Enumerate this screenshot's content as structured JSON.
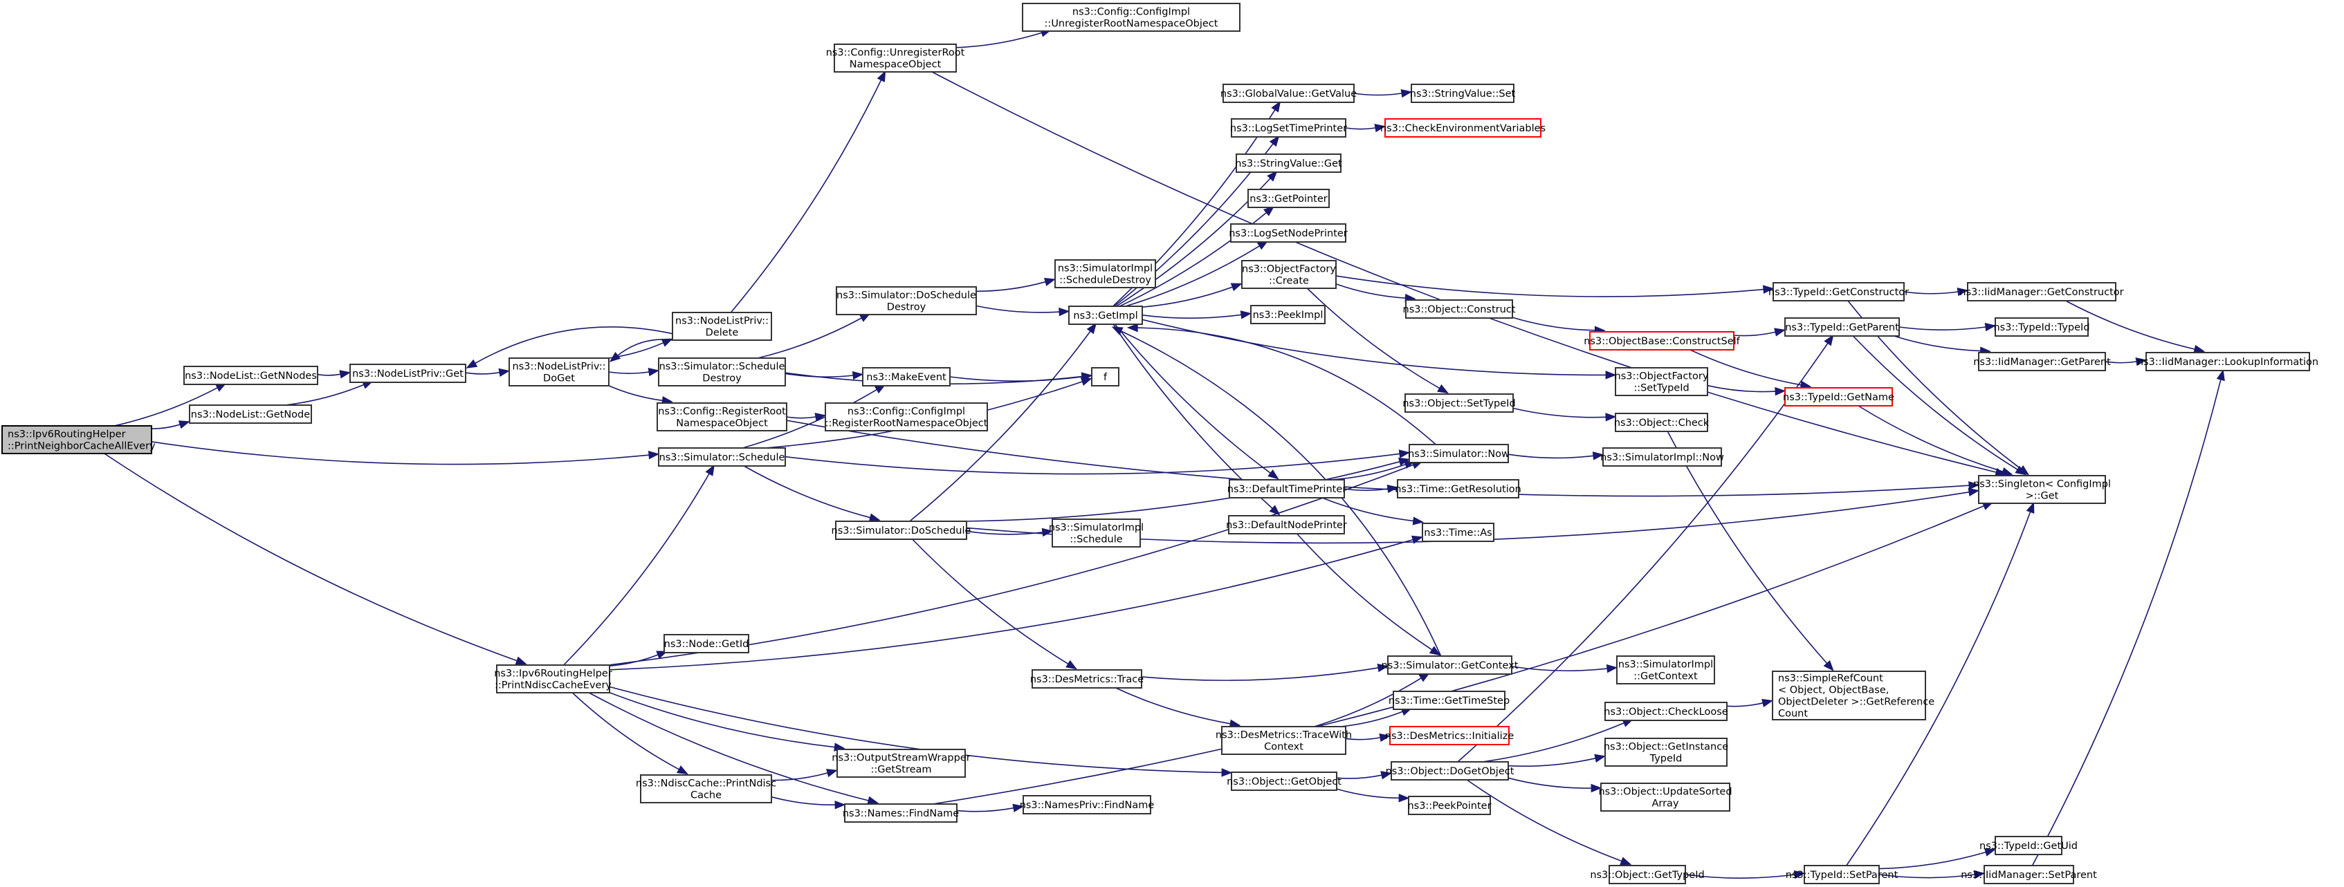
{
  "diagram": {
    "type": "call-graph",
    "colors": {
      "edge": "#191970",
      "root_fill": "#bfbfbf",
      "node_border": "#333333",
      "undocumented_border": "#ff0000"
    },
    "nodes": [
      {
        "id": "root",
        "lines": [
          "ns3::Ipv6RoutingHelper",
          "::PrintNeighborCacheAllEvery"
        ],
        "style": "root"
      },
      {
        "id": "getnnodes",
        "lines": [
          "ns3::NodeList::GetNNodes"
        ]
      },
      {
        "id": "getnode",
        "lines": [
          "ns3::NodeList::GetNode"
        ]
      },
      {
        "id": "nlpget",
        "lines": [
          "ns3::NodeListPriv::Get"
        ]
      },
      {
        "id": "nlpdoget",
        "lines": [
          "ns3::NodeListPriv::",
          "DoGet"
        ]
      },
      {
        "id": "nlpdelete",
        "lines": [
          "ns3::NodeListPriv::",
          "Delete"
        ]
      },
      {
        "id": "unreg",
        "lines": [
          "ns3::Config::UnregisterRoot",
          "NamespaceObject"
        ]
      },
      {
        "id": "cfgunreg",
        "lines": [
          "ns3::Config::ConfigImpl",
          "::UnregisterRootNamespaceObject"
        ]
      },
      {
        "id": "schdestroy",
        "lines": [
          "ns3::Simulator::Schedule",
          "Destroy"
        ]
      },
      {
        "id": "doschdestroy",
        "lines": [
          "ns3::Simulator::DoSchedule",
          "Destroy"
        ]
      },
      {
        "id": "implschdestroy",
        "lines": [
          "ns3::SimulatorImpl",
          "::ScheduleDestroy"
        ]
      },
      {
        "id": "makeevent",
        "lines": [
          "ns3::MakeEvent"
        ]
      },
      {
        "id": "f",
        "lines": [
          "f"
        ]
      },
      {
        "id": "regroot",
        "lines": [
          "ns3::Config::RegisterRoot",
          "NamespaceObject"
        ]
      },
      {
        "id": "cfgreg",
        "lines": [
          "ns3::Config::ConfigImpl",
          "::RegisterRootNamespaceObject"
        ]
      },
      {
        "id": "schedule",
        "lines": [
          "ns3::Simulator::Schedule"
        ]
      },
      {
        "id": "doschedule",
        "lines": [
          "ns3::Simulator::DoSchedule"
        ]
      },
      {
        "id": "implschedule",
        "lines": [
          "ns3::SimulatorImpl",
          "::Schedule"
        ]
      },
      {
        "id": "getimpl",
        "lines": [
          "ns3::GetImpl"
        ]
      },
      {
        "id": "gvgetvalue",
        "lines": [
          "ns3::GlobalValue::GetValue"
        ]
      },
      {
        "id": "svset",
        "lines": [
          "ns3::StringValue::Set"
        ]
      },
      {
        "id": "logsettime",
        "lines": [
          "ns3::LogSetTimePrinter"
        ]
      },
      {
        "id": "checkenv",
        "lines": [
          "ns3::CheckEnvironmentVariables"
        ],
        "style": "red"
      },
      {
        "id": "svget",
        "lines": [
          "ns3::StringValue::Get"
        ]
      },
      {
        "id": "getpointer",
        "lines": [
          "ns3::GetPointer"
        ]
      },
      {
        "id": "logsetnode",
        "lines": [
          "ns3::LogSetNodePrinter"
        ]
      },
      {
        "id": "ofcreate",
        "lines": [
          "ns3::ObjectFactory",
          "::Create"
        ]
      },
      {
        "id": "peekimpl",
        "lines": [
          "ns3::PeekImpl"
        ]
      },
      {
        "id": "objconstruct",
        "lines": [
          "ns3::Object::Construct"
        ]
      },
      {
        "id": "constructself",
        "lines": [
          "ns3::ObjectBase::ConstructSelf"
        ],
        "style": "red"
      },
      {
        "id": "objsettypeid",
        "lines": [
          "ns3::Object::SetTypeId"
        ]
      },
      {
        "id": "ofsettypeid",
        "lines": [
          "ns3::ObjectFactory",
          "::SetTypeId"
        ]
      },
      {
        "id": "objcheck",
        "lines": [
          "ns3::Object::Check"
        ]
      },
      {
        "id": "simnow",
        "lines": [
          "ns3::Simulator::Now"
        ]
      },
      {
        "id": "implnow",
        "lines": [
          "ns3::SimulatorImpl::Now"
        ]
      },
      {
        "id": "deftime",
        "lines": [
          "ns3::DefaultTimePrinter"
        ]
      },
      {
        "id": "defnode",
        "lines": [
          "ns3::DefaultNodePrinter"
        ]
      },
      {
        "id": "getres",
        "lines": [
          "ns3::Time::GetResolution"
        ]
      },
      {
        "id": "timeas",
        "lines": [
          "ns3::Time::As"
        ]
      },
      {
        "id": "tidgetctor",
        "lines": [
          "ns3::TypeId::GetConstructor"
        ]
      },
      {
        "id": "tidgetparent",
        "lines": [
          "ns3::TypeId::GetParent"
        ]
      },
      {
        "id": "tidgetname",
        "lines": [
          "ns3::TypeId::GetName"
        ],
        "style": "red"
      },
      {
        "id": "iidgetctor",
        "lines": [
          "ns3::IidManager::GetConstructor"
        ]
      },
      {
        "id": "tidtypeid",
        "lines": [
          "ns3::TypeId::TypeId"
        ]
      },
      {
        "id": "iidgetparent",
        "lines": [
          "ns3::IidManager::GetParent"
        ]
      },
      {
        "id": "iidlookup",
        "lines": [
          "ns3::IidManager::LookupInformation"
        ]
      },
      {
        "id": "singleton",
        "lines": [
          "ns3::Singleton< ConfigImpl",
          ">::Get"
        ]
      },
      {
        "id": "ndiscevery",
        "lines": [
          "ns3::Ipv6RoutingHelper",
          "::PrintNdiscCacheEvery"
        ]
      },
      {
        "id": "nodegetid",
        "lines": [
          "ns3::Node::GetId"
        ]
      },
      {
        "id": "printndisc",
        "lines": [
          "ns3::NdiscCache::PrintNdisc",
          "Cache"
        ]
      },
      {
        "id": "getstream",
        "lines": [
          "ns3::OutputStreamWrapper",
          "::GetStream"
        ]
      },
      {
        "id": "findname",
        "lines": [
          "ns3::Names::FindName"
        ]
      },
      {
        "id": "privfindname",
        "lines": [
          "ns3::NamesPriv::FindName"
        ]
      },
      {
        "id": "dmtrace",
        "lines": [
          "ns3::DesMetrics::Trace"
        ]
      },
      {
        "id": "dmtracectx",
        "lines": [
          "ns3::DesMetrics::TraceWith",
          "Context"
        ]
      },
      {
        "id": "simgetctx",
        "lines": [
          "ns3::Simulator::GetContext"
        ]
      },
      {
        "id": "implgetctx",
        "lines": [
          "ns3::SimulatorImpl",
          "::GetContext"
        ]
      },
      {
        "id": "gettimestep",
        "lines": [
          "ns3::Time::GetTimeStep"
        ]
      },
      {
        "id": "dminit",
        "lines": [
          "ns3::DesMetrics::Initialize"
        ],
        "style": "red"
      },
      {
        "id": "getobject",
        "lines": [
          "ns3::Object::GetObject"
        ]
      },
      {
        "id": "dogetobject",
        "lines": [
          "ns3::Object::DoGetObject"
        ]
      },
      {
        "id": "peekpointer",
        "lines": [
          "ns3::PeekPointer"
        ]
      },
      {
        "id": "checkloose",
        "lines": [
          "ns3::Object::CheckLoose"
        ]
      },
      {
        "id": "refcount",
        "lines": [
          "ns3::SimpleRefCount",
          "< Object, ObjectBase,",
          " ObjectDeleter >::GetReference",
          "Count"
        ]
      },
      {
        "id": "getinstancetid",
        "lines": [
          "ns3::Object::GetInstance",
          "TypeId"
        ]
      },
      {
        "id": "updatesorted",
        "lines": [
          "ns3::Object::UpdateSorted",
          "Array"
        ]
      },
      {
        "id": "objgettypeid",
        "lines": [
          "ns3::Object::GetTypeId"
        ]
      },
      {
        "id": "tidsetparent",
        "lines": [
          "ns3::TypeId::SetParent"
        ]
      },
      {
        "id": "tidgetuid",
        "lines": [
          "ns3::TypeId::GetUid"
        ]
      },
      {
        "id": "iidsetparent",
        "lines": [
          "ns3::IidManager::SetParent"
        ]
      }
    ],
    "edges": [
      [
        "root",
        "getnnodes"
      ],
      [
        "root",
        "getnode"
      ],
      [
        "root",
        "schedule"
      ],
      [
        "root",
        "ndiscevery"
      ],
      [
        "getnnodes",
        "nlpget"
      ],
      [
        "getnode",
        "nlpget"
      ],
      [
        "nlpget",
        "nlpdoget"
      ],
      [
        "nlpdoget",
        "nlpdelete"
      ],
      [
        "nlpdoget",
        "schdestroy"
      ],
      [
        "nlpdoget",
        "regroot"
      ],
      [
        "nlpdelete",
        "nlpget"
      ],
      [
        "nlpdelete",
        "nlpdoget"
      ],
      [
        "nlpdelete",
        "unreg"
      ],
      [
        "unreg",
        "cfgunreg"
      ],
      [
        "unreg",
        "singleton"
      ],
      [
        "schdestroy",
        "doschdestroy"
      ],
      [
        "schdestroy",
        "makeevent"
      ],
      [
        "schdestroy",
        "f"
      ],
      [
        "doschdestroy",
        "getimpl"
      ],
      [
        "doschdestroy",
        "implschdestroy"
      ],
      [
        "makeevent",
        "f"
      ],
      [
        "regroot",
        "cfgreg"
      ],
      [
        "regroot",
        "singleton"
      ],
      [
        "schedule",
        "makeevent"
      ],
      [
        "schedule",
        "f"
      ],
      [
        "schedule",
        "doschedule"
      ],
      [
        "schedule",
        "simnow"
      ],
      [
        "doschedule",
        "getimpl"
      ],
      [
        "doschedule",
        "implschedule"
      ],
      [
        "doschedule",
        "simnow"
      ],
      [
        "doschedule",
        "dmtrace"
      ],
      [
        "doschedule",
        "singleton"
      ],
      [
        "getimpl",
        "gvgetvalue"
      ],
      [
        "getimpl",
        "logsettime"
      ],
      [
        "getimpl",
        "svget"
      ],
      [
        "getimpl",
        "getpointer"
      ],
      [
        "getimpl",
        "logsetnode"
      ],
      [
        "getimpl",
        "ofcreate"
      ],
      [
        "getimpl",
        "peekimpl"
      ],
      [
        "getimpl",
        "ofsettypeid"
      ],
      [
        "getimpl",
        "deftime"
      ],
      [
        "getimpl",
        "defnode"
      ],
      [
        "gvgetvalue",
        "svset"
      ],
      [
        "logsettime",
        "checkenv"
      ],
      [
        "ofcreate",
        "objconstruct"
      ],
      [
        "ofcreate",
        "objsettypeid"
      ],
      [
        "ofcreate",
        "tidgetctor"
      ],
      [
        "objconstruct",
        "constructself"
      ],
      [
        "constructself",
        "tidgetparent"
      ],
      [
        "constructself",
        "tidgetname"
      ],
      [
        "objsettypeid",
        "objcheck"
      ],
      [
        "ofsettypeid",
        "tidgetname"
      ],
      [
        "objcheck",
        "refcount"
      ],
      [
        "simnow",
        "getimpl"
      ],
      [
        "simnow",
        "implnow"
      ],
      [
        "deftime",
        "simnow"
      ],
      [
        "deftime",
        "getres"
      ],
      [
        "deftime",
        "timeas"
      ],
      [
        "defnode",
        "simgetctx"
      ],
      [
        "tidgetctor",
        "iidgetctor"
      ],
      [
        "tidgetctor",
        "singleton"
      ],
      [
        "tidgetparent",
        "tidtypeid"
      ],
      [
        "tidgetparent",
        "iidgetparent"
      ],
      [
        "tidgetparent",
        "singleton"
      ],
      [
        "tidgetname",
        "singleton"
      ],
      [
        "iidgetctor",
        "iidlookup"
      ],
      [
        "iidgetparent",
        "iidlookup"
      ],
      [
        "ndiscevery",
        "schedule"
      ],
      [
        "ndiscevery",
        "nodegetid"
      ],
      [
        "ndiscevery",
        "simnow"
      ],
      [
        "ndiscevery",
        "timeas"
      ],
      [
        "ndiscevery",
        "getobject"
      ],
      [
        "ndiscevery",
        "printndisc"
      ],
      [
        "ndiscevery",
        "getstream"
      ],
      [
        "ndiscevery",
        "findname"
      ],
      [
        "printndisc",
        "getstream"
      ],
      [
        "printndisc",
        "findname"
      ],
      [
        "findname",
        "privfindname"
      ],
      [
        "findname",
        "singleton"
      ],
      [
        "dmtrace",
        "simgetctx"
      ],
      [
        "dmtrace",
        "dmtracectx"
      ],
      [
        "dmtracectx",
        "simgetctx"
      ],
      [
        "dmtracectx",
        "gettimestep"
      ],
      [
        "dmtracectx",
        "dminit"
      ],
      [
        "simgetctx",
        "getimpl"
      ],
      [
        "simgetctx",
        "implgetctx"
      ],
      [
        "getobject",
        "dogetobject"
      ],
      [
        "getobject",
        "peekpointer"
      ],
      [
        "dogetobject",
        "tidgetparent"
      ],
      [
        "dogetobject",
        "checkloose"
      ],
      [
        "dogetobject",
        "getinstancetid"
      ],
      [
        "dogetobject",
        "updatesorted"
      ],
      [
        "dogetobject",
        "objgettypeid"
      ],
      [
        "checkloose",
        "refcount"
      ],
      [
        "objgettypeid",
        "tidsetparent"
      ],
      [
        "tidsetparent",
        "tidgetuid"
      ],
      [
        "tidsetparent",
        "iidsetparent"
      ],
      [
        "tidsetparent",
        "singleton"
      ],
      [
        "iidsetparent",
        "iidlookup"
      ]
    ]
  }
}
